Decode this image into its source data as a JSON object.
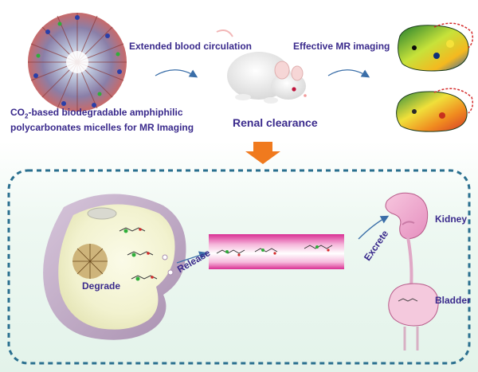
{
  "top": {
    "micelle_caption_line1_pre": "CO",
    "micelle_caption_sub": "2",
    "micelle_caption_line1_post": "-based biodegradable  amphiphilic",
    "micelle_caption_line2": "polycarbonates micelles for MR Imaging",
    "circulation_label": "Extended blood circulation",
    "mr_label": "Effective MR imaging",
    "renal_label": "Renal clearance"
  },
  "bottom": {
    "degrade_label": "Degrade",
    "release_label": "Release",
    "excrete_label": "Excrete",
    "kidney_label": "Kidney",
    "bladder_label": "Bladder"
  },
  "colors": {
    "text_primary": "#3a2a8c",
    "dashed_border": "#2a6f8f",
    "down_arrow": "#f07a1e",
    "tube_pink": "#e54fa6",
    "cell_membrane": "#c9b6cf"
  }
}
